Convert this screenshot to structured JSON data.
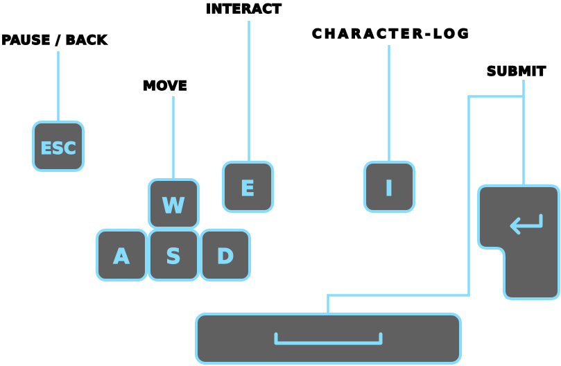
{
  "labels": {
    "pause_back": "PAUSE / BACK",
    "move": "MOVE",
    "interact": "INTERACT",
    "character_log": "CHARACTER-LOG",
    "submit": "SUBMIT"
  },
  "keys": {
    "esc": "ESC",
    "w": "W",
    "a": "A",
    "s": "S",
    "d": "D",
    "e": "E",
    "i": "I",
    "enter": "enter-arrow-icon",
    "space": "spacebar-icon"
  },
  "colors": {
    "key_fill": "#606060",
    "accent": "#86dcfc",
    "label": "#000000"
  }
}
